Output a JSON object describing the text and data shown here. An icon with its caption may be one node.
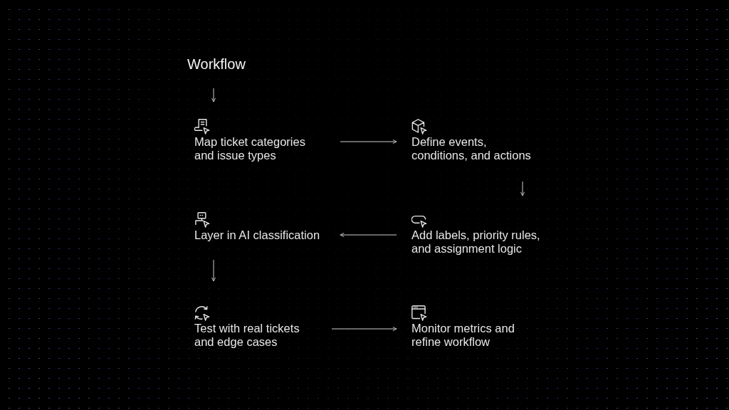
{
  "diagram": {
    "nodes": [
      {
        "text": [
          "Workflow"
        ]
      },
      {
        "text": [
          "Map ticket categories and issue types"
        ]
      },
      {
        "text": [
          "Define events, conditions, and actions"
        ]
      },
      {
        "text": [
          "Add labels, priority rules, and assignment logic"
        ]
      },
      {
        "text": [
          "Layer in AI classification"
        ]
      },
      {
        "text": [
          "Test with real tickets and edge cases"
        ]
      },
      {
        "text": [
          "Monitor metrics and refine workflow"
        ]
      }
    ],
    "edges": [
      {
        "from": 0,
        "to": 1,
        "arrow": "to"
      },
      {
        "from": 1,
        "to": 2,
        "arrow": "to"
      },
      {
        "from": 2,
        "to": 3,
        "arrow": "to"
      },
      {
        "from": 3,
        "to": 4,
        "arrow": "to"
      },
      {
        "from": 4,
        "to": 5,
        "arrow": "to"
      },
      {
        "from": 5,
        "to": 6,
        "arrow": "to"
      }
    ]
  }
}
